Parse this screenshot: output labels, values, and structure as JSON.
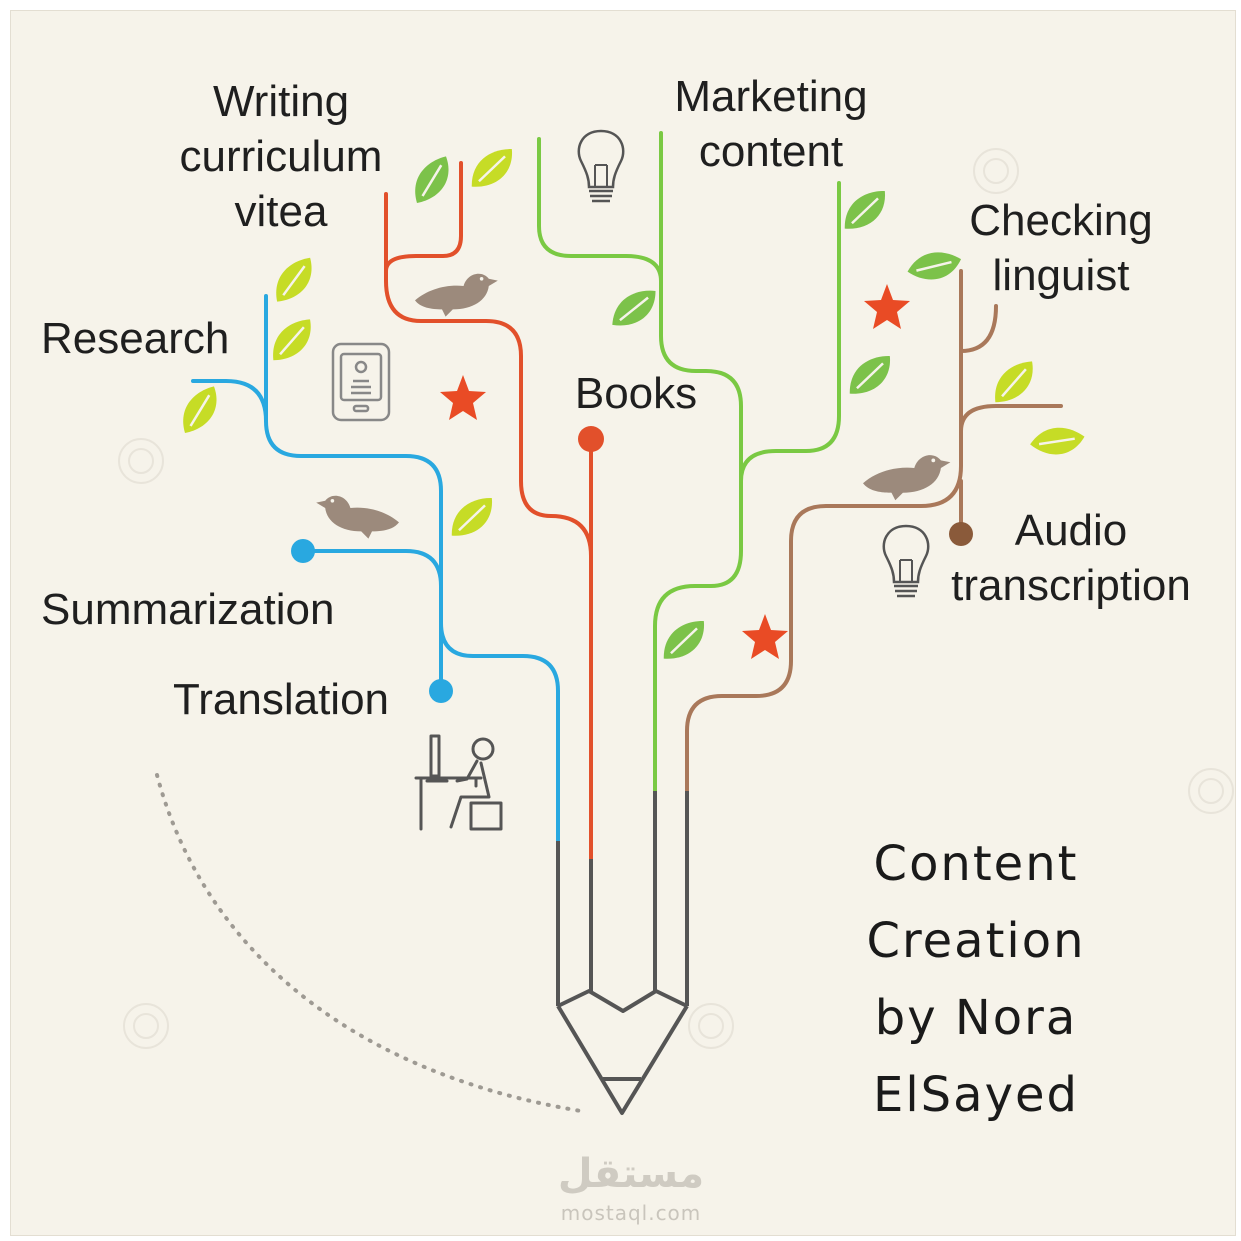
{
  "labels": {
    "writing_cv": "Writing\ncurriculum\nvitea",
    "marketing": "Marketing\ncontent",
    "checking": "Checking\nlinguist",
    "research": "Research",
    "books": "Books",
    "audio": "Audio\ntranscription",
    "summarization": "Summarization",
    "translation": "Translation"
  },
  "title": "Content\nCreation\nby Nora\nElSayed",
  "watermark": {
    "arabic": "مستقل",
    "site": "mostaql.com"
  },
  "icons": [
    "leaf-icon",
    "bird-icon",
    "star-icon",
    "lightbulb-icon",
    "ebook-reader-icon",
    "person-at-computer-icon",
    "pencil-icon"
  ],
  "colors": {
    "blue": "#29a8e0",
    "red": "#e2502b",
    "green": "#7ac943",
    "brown": "#a9785a",
    "leaf_yellow": "#c6dc26",
    "leaf_green": "#7cc24a",
    "bird": "#9c8a7c",
    "star": "#e94b25",
    "background": "#f6f3ea"
  }
}
